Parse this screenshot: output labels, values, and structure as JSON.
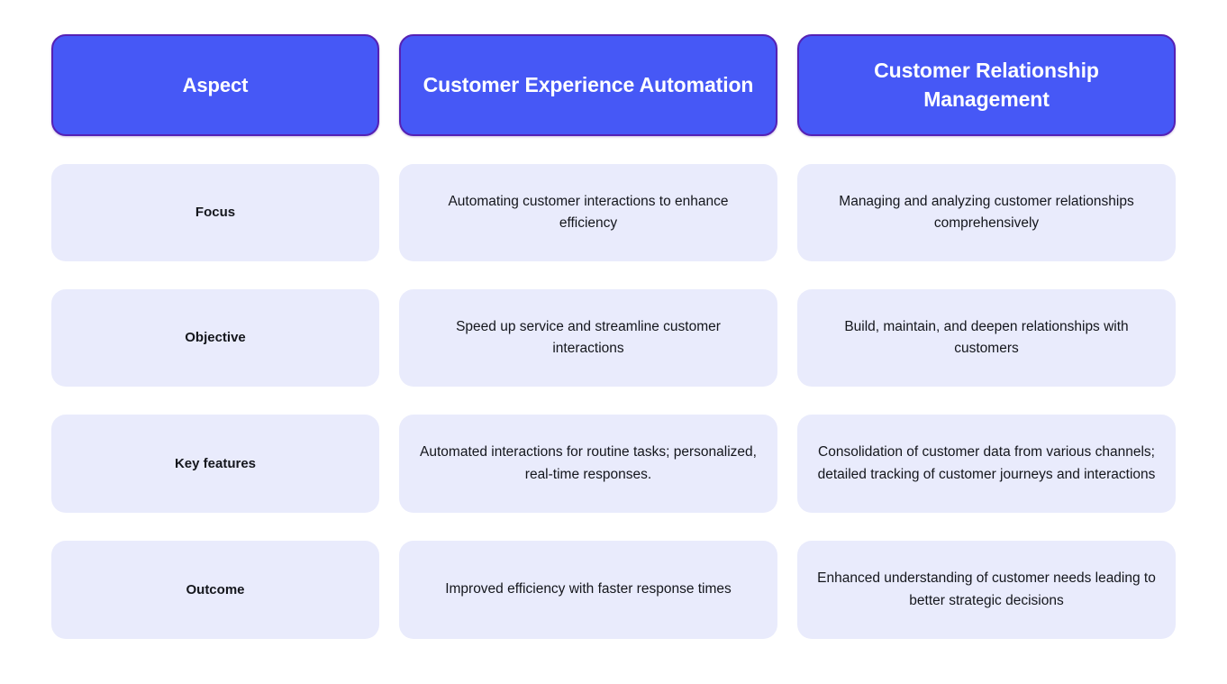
{
  "diagram": {
    "type": "comparison-table",
    "colors": {
      "header_background": "#4658F6",
      "header_border": "#5521B5",
      "header_text": "#FFFFFF",
      "cell_background": "#E9EBFC",
      "cell_text": "#14161C",
      "page_background": "#FFFFFF"
    },
    "headers": [
      {
        "label": "Aspect"
      },
      {
        "label": "Customer Experience Automation"
      },
      {
        "label": "Customer Relationship Management"
      }
    ],
    "rows": [
      {
        "aspect": "Focus",
        "cea": "Automating customer interactions to enhance efficiency",
        "crm": "Managing and analyzing customer relationships comprehensively"
      },
      {
        "aspect": "Objective",
        "cea": "Speed up service and streamline customer interactions",
        "crm": "Build, maintain, and deepen relationships with customers"
      },
      {
        "aspect": "Key features",
        "cea": "Automated interactions for routine tasks; personalized, real-time responses.",
        "crm": "Consolidation of customer data from various channels; detailed tracking of customer journeys and interactions"
      },
      {
        "aspect": "Outcome",
        "cea": "Improved efficiency with faster response times",
        "crm": "Enhanced understanding of customer needs leading to better strategic decisions"
      }
    ]
  }
}
